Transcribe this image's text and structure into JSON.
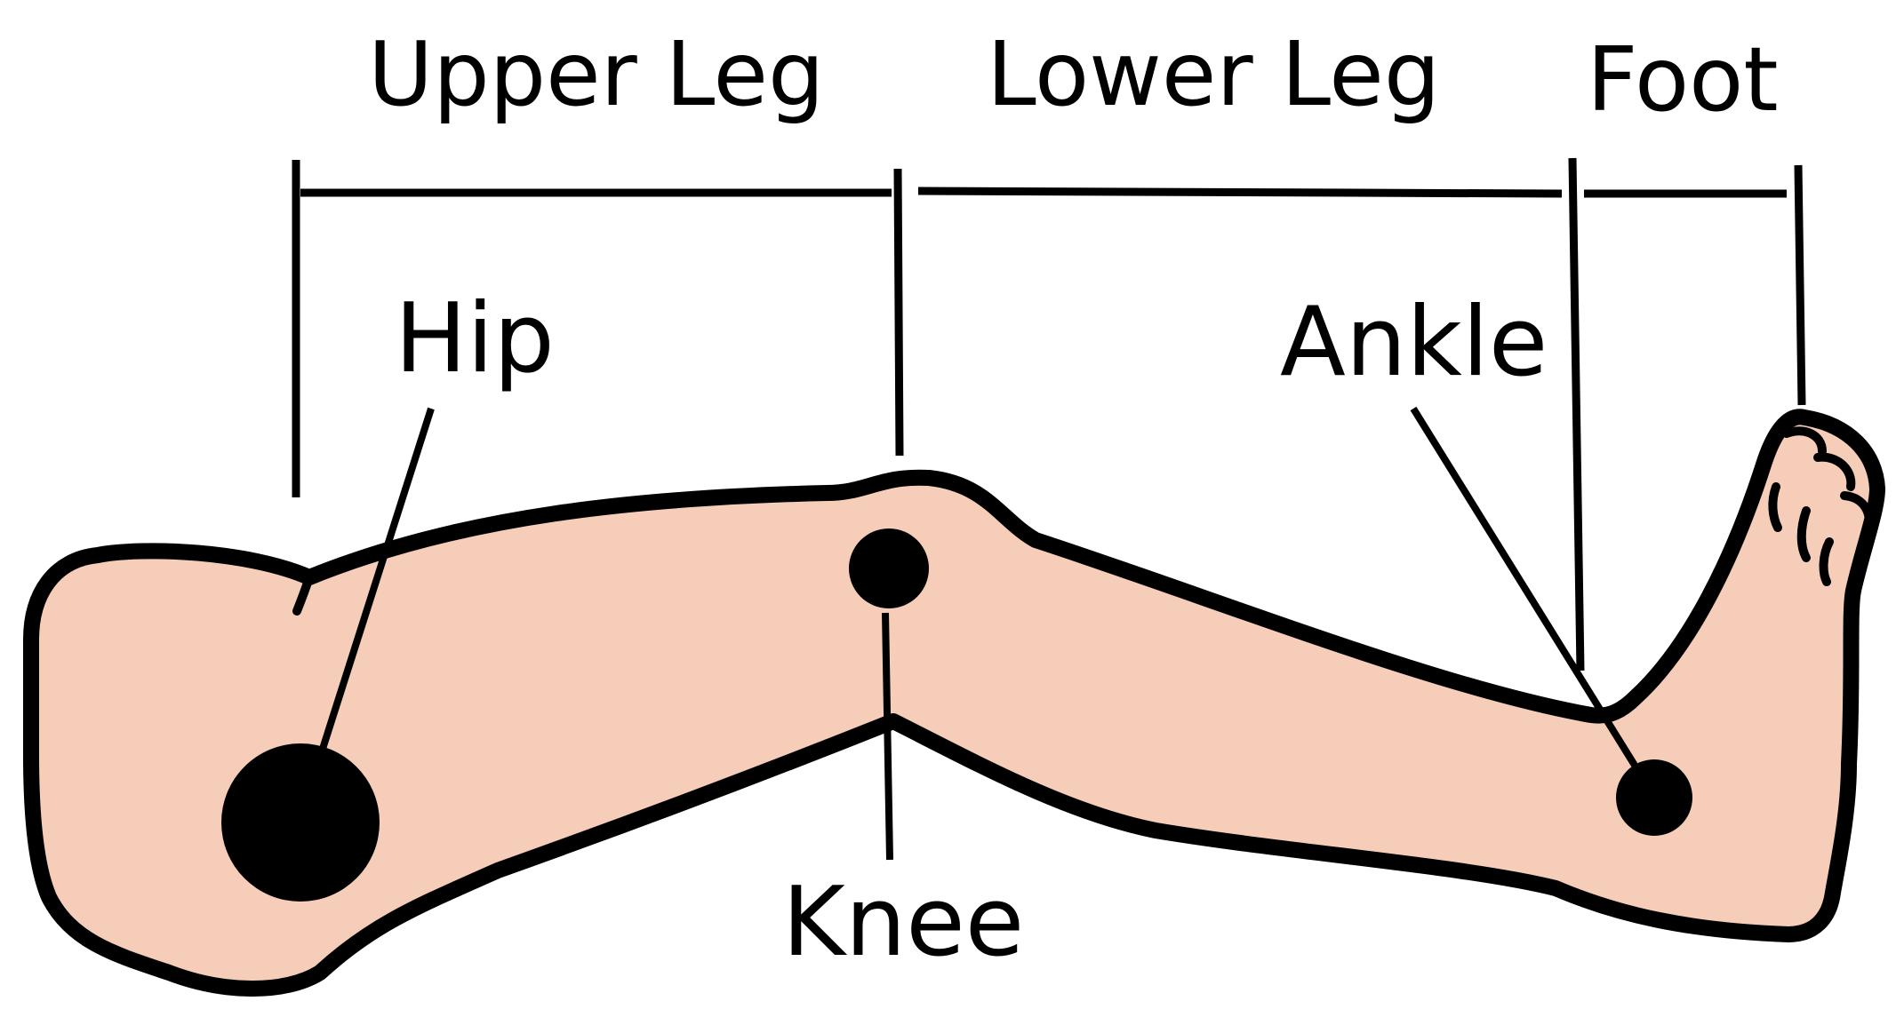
{
  "segments": {
    "upper_leg": "Upper Leg",
    "lower_leg": "Lower Leg",
    "foot": "Foot"
  },
  "joints": {
    "hip": "Hip",
    "knee": "Knee",
    "ankle": "Ankle"
  },
  "colors": {
    "skin": "#f5cdb8",
    "outline": "#000000",
    "marker": "#000000",
    "background": "#ffffff"
  }
}
